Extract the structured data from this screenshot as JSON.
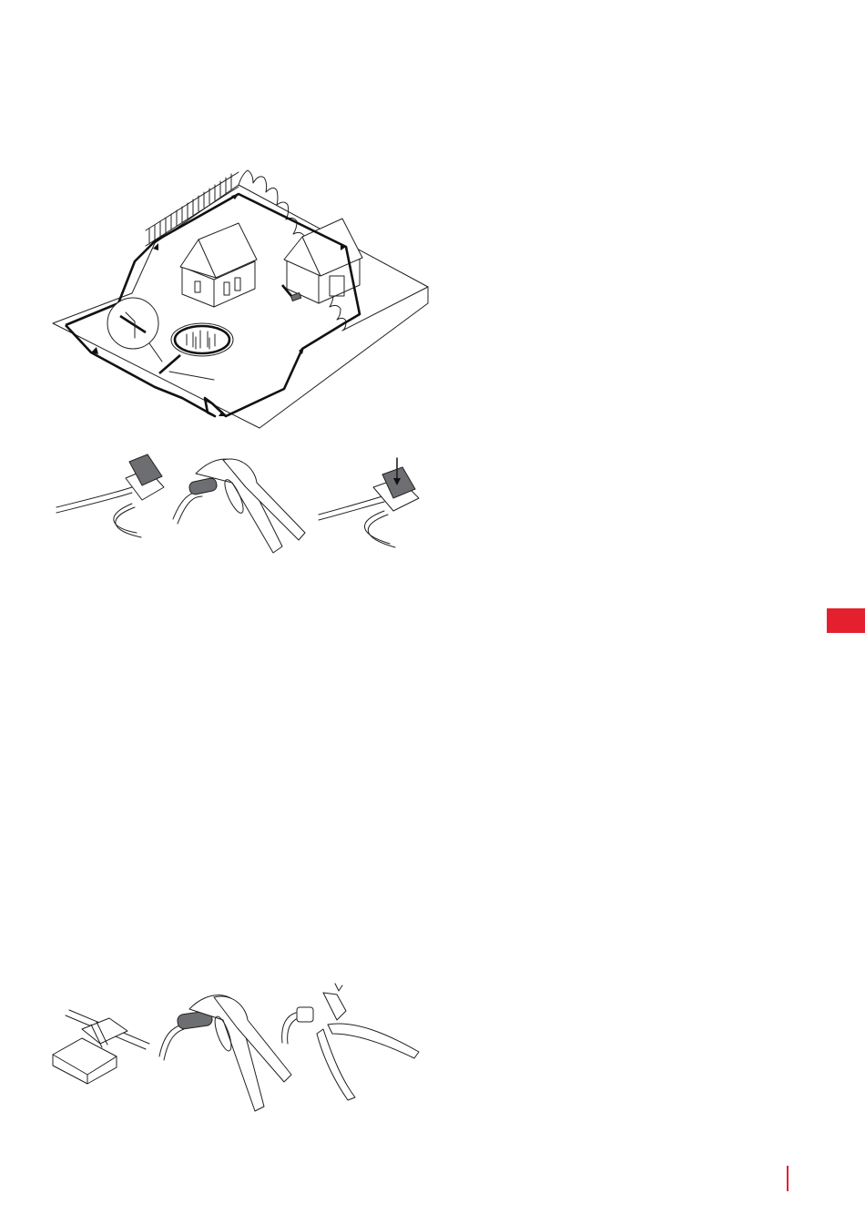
{
  "figures": [
    {
      "id": "garden",
      "icon": "boundary-wire-garden-illustration"
    },
    {
      "id": "connectors",
      "icon": "wire-connector-pliers-illustration"
    },
    {
      "id": "joints",
      "icon": "wire-joint-pliers-illustration"
    }
  ],
  "colors": {
    "accent": "#e5202e",
    "line": "#231f20",
    "shade": "#6d6e71"
  }
}
